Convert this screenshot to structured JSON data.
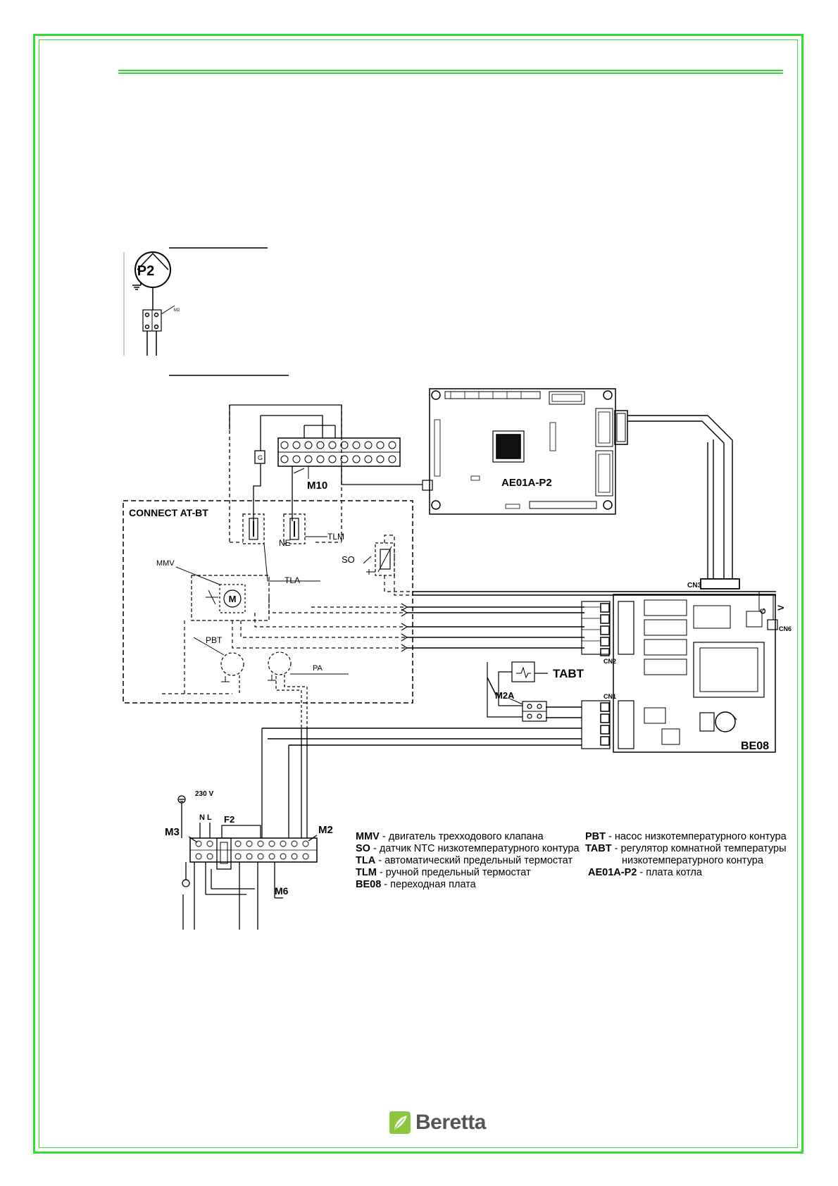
{
  "colors": {
    "frame": "#33dd33",
    "ink": "#000000",
    "logo_green": "#8cc63f",
    "logo_text": "#555555"
  },
  "labels": {
    "p2": "P2",
    "m2_small": "M2",
    "m10": "M10",
    "ae01a_p2": "AE01A-P2",
    "connect": "CONNECT AT-BT",
    "tlm": "TLM",
    "ne": "NE",
    "tla": "TLA",
    "so": "SO",
    "mmv": "MMV",
    "motor": "M",
    "pbt": "PBT",
    "pa": "PA",
    "tabt": "TABT",
    "m2a": "M2A",
    "cn3": "CN3",
    "cn6": "CN6",
    "cn2": "CN2",
    "cn1": "CN1",
    "be08": "BE08",
    "v": "V",
    "g": "G",
    "g_box": "G",
    "voltage": "230 V",
    "ground_n_l": "N  L",
    "m3": "M3",
    "f2": "F2",
    "m2": "M2",
    "m6": "M6"
  },
  "legend": [
    {
      "key": "MMV",
      "text": " - двигатель трехходового клапана"
    },
    {
      "key": "SO",
      "text": " - датчик NTC низкотемпературного контура"
    },
    {
      "key": "TLA",
      "text": " - автоматический предельный термостат"
    },
    {
      "key": "TLM",
      "text": " - ручной предельный термостат"
    },
    {
      "key": "BE08",
      "text": " - переходная плата"
    },
    {
      "key": "PBT",
      "text": " - насос низкотемпературного контура"
    },
    {
      "key": "TABT",
      "text": " - регулятор комнатной температуры"
    },
    {
      "key": "",
      "text": "низкотемпературного контура"
    },
    {
      "key": "AE01A-P2",
      "text": " - плата котла"
    }
  ],
  "logo": {
    "text": "Beretta"
  }
}
